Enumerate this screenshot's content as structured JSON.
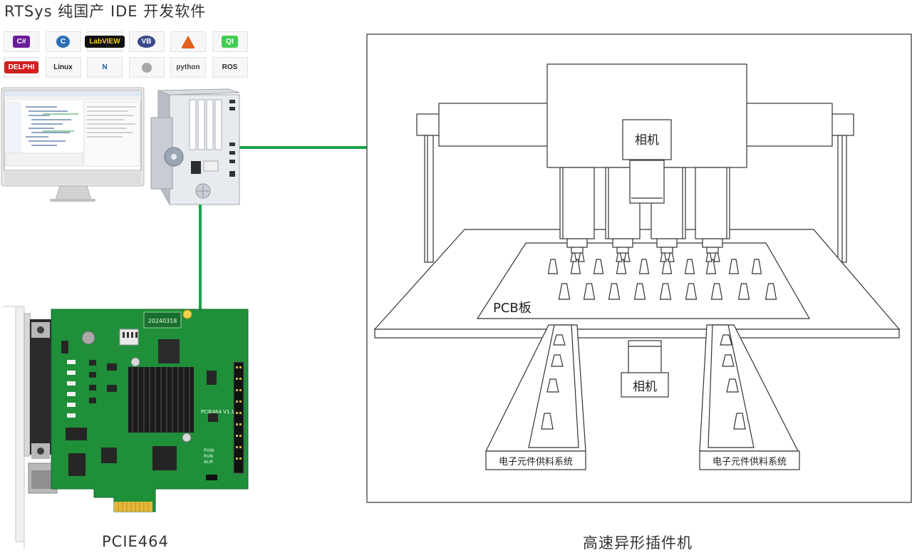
{
  "header": {
    "title": "RTSys 纯国产 IDE 开发软件"
  },
  "logos": [
    {
      "icon": "csharp-icon",
      "label": "C#",
      "bg": "#6a1b9a",
      "fg": "#ffffff"
    },
    {
      "icon": "c-language-icon",
      "label": "C",
      "bg": "#2a6fb5",
      "fg": "#ffffff"
    },
    {
      "icon": "labview-icon",
      "label": "LabVIEW",
      "bg": "#111111",
      "fg": "#f5d000"
    },
    {
      "icon": "vb-icon",
      "label": "VB",
      "bg": "#3b4a8a",
      "fg": "#ffffff"
    },
    {
      "icon": "matlab-icon",
      "label": "",
      "bg": "#e2611d",
      "fg": "#ffffff"
    },
    {
      "icon": "qt-icon",
      "label": "Qt",
      "bg": "#41cd52",
      "fg": "#ffffff"
    },
    {
      "icon": "delphi-icon",
      "label": "DELPHI",
      "bg": "#d0201f",
      "fg": "#ffffff"
    },
    {
      "icon": "linux-icon",
      "label": "Linux",
      "bg": "#f7f7f7",
      "fg": "#222222"
    },
    {
      "icon": "halcon-icon",
      "label": "N",
      "bg": "#f7f7f7",
      "fg": "#1e5aa8"
    },
    {
      "icon": "apple-icon",
      "label": "",
      "bg": "#f7f7f7",
      "fg": "#9a9a9a"
    },
    {
      "icon": "python-icon",
      "label": "python",
      "bg": "#f7f7f7",
      "fg": "#444444"
    },
    {
      "icon": "ros-icon",
      "label": "ROS",
      "bg": "#f7f7f7",
      "fg": "#2b2b2b"
    }
  ],
  "card": {
    "caption": "PCIE464",
    "date_sticker": "20240318",
    "model_text": "PCIE464 V1.1"
  },
  "machine": {
    "caption": "高速异形插件机",
    "camera_top_label": "相机",
    "camera_bottom_label": "相机",
    "pcb_label": "PCB板",
    "feeder_left_label": "电子元件供料系统",
    "feeder_right_label": "电子元件供料系统"
  },
  "colors": {
    "link": "#17a34a",
    "pcb_green": "#1f8f3a",
    "line": "#333333"
  }
}
